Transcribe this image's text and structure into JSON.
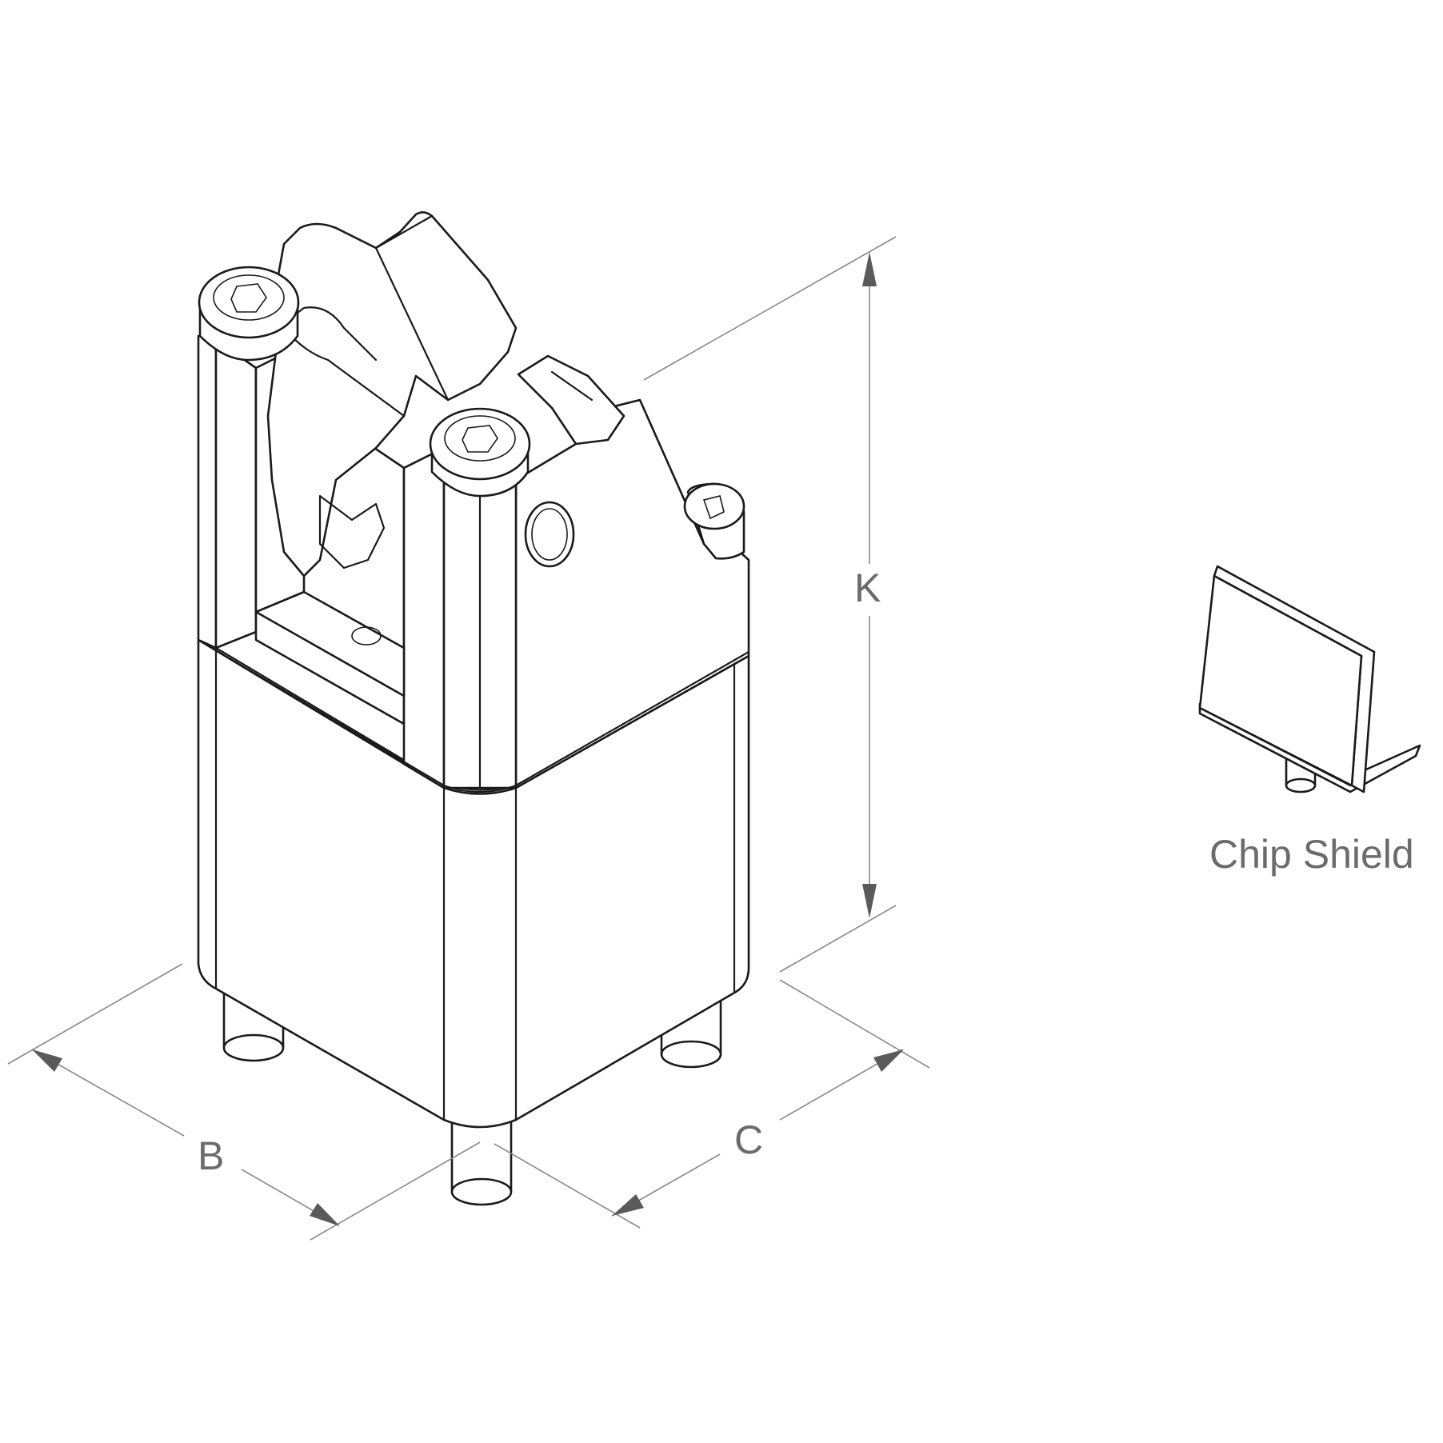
{
  "dimensions": {
    "k_label": "K",
    "b_label": "B",
    "c_label": "C"
  },
  "accessory": {
    "caption": "Chip Shield"
  },
  "colors": {
    "line": "#1a1a1a",
    "dimension_line": "#8a8a8a",
    "label_text": "#6b6b6b",
    "background": "#ffffff"
  }
}
